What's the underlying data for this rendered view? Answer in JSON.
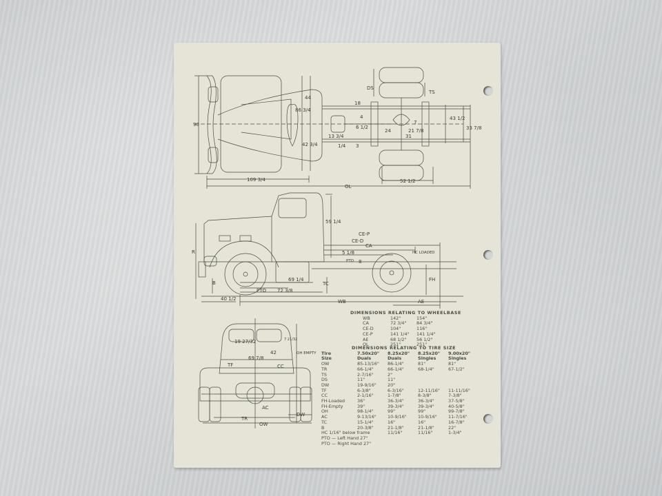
{
  "document": {
    "type": "truck chassis dimension sheet",
    "background": "#cfd2d3",
    "paper_color": "#e6e4d6",
    "ink_color": "#3a3a38"
  },
  "top_view": {
    "labels": {
      "overall_width": "90",
      "cab_to_axle_center": "44",
      "dim_86": "86 3/4",
      "dim_42": "42 3/4",
      "front_overhang": "109 3/4",
      "overall_length": "OL",
      "frame_18": "18",
      "dim_4": "4",
      "dim_6": "6 1/2",
      "dim_24": "24",
      "dim_21": "21 7/8",
      "dim_31": "31",
      "dim_7": "7",
      "dim_3": "3",
      "dim_13": "13 3/4",
      "dim_quarter": "1/4",
      "frame_width": "43 1/2",
      "outer_frame": "33 7/8",
      "dual_spacing": "DS",
      "tire_section": "TS",
      "rear_track": "52 1/2"
    }
  },
  "side_view": {
    "labels": {
      "height_r": "R",
      "cab_height": "59 1/4",
      "ce_p": "CE-P",
      "ce_d": "CE-D",
      "ca": "CA",
      "hc_loaded": "HC LOADED",
      "dim_5": "5 1/8",
      "pto_small": "PTO",
      "dim_8": "8",
      "ground_b": "B",
      "dim_69": "69 1/4",
      "pto": "PTO",
      "dim_72": "72 3/8",
      "front_bumper": "40 1/2",
      "wheelbase": "WB",
      "tc": "TC",
      "fh": "FH",
      "axle_end": "AE"
    }
  },
  "rear_view": {
    "labels": {
      "window_width": "19 27/32",
      "window_height": "7 21/32",
      "dim_42": "42",
      "dim_69": "69 7/8",
      "tf": "TF",
      "cc": "CC",
      "oh_empty": "OH EMPTY",
      "ac": "AC",
      "tr": "TR",
      "dw": "DW",
      "ow": "OW"
    }
  },
  "wheelbase_table": {
    "title": "DIMENSIONS RELATING TO WHEELBASE",
    "rows": [
      {
        "label": "WB",
        "v1": "142\"",
        "v2": "154\""
      },
      {
        "label": "CA",
        "v1": "72 3/4\"",
        "v2": "84 3/4\""
      },
      {
        "label": "CE-D",
        "v1": "104\"",
        "v2": "116\""
      },
      {
        "label": "CE-P",
        "v1": "141 1/4\"",
        "v2": "141 1/4\""
      },
      {
        "label": "AE",
        "v1": "68 1/2\"",
        "v2": "56 1/2\""
      },
      {
        "label": "OL",
        "v1": "251\"",
        "v2": "251\""
      }
    ]
  },
  "tire_table": {
    "title": "DIMENSIONS RELATING TO TIRE SIZE",
    "header_line1": [
      "Tire",
      "7.50x20\"",
      "8.25x20\"",
      "8.25x20\"",
      "9.00x20\""
    ],
    "header_line2": [
      "Size",
      "Duals",
      "Duals",
      "Singles",
      "Singles"
    ],
    "rows": [
      [
        "OW",
        "85-13/16\"",
        "86-1/4\"",
        "81\"",
        "81\""
      ],
      [
        "TR",
        "66-1/4\"",
        "66-1/4\"",
        "68-1/4\"",
        "67-1/2\""
      ],
      [
        "TS",
        "2-7/16\"",
        "2\"",
        "",
        ""
      ],
      [
        "DS",
        "11\"",
        "11\"",
        "",
        ""
      ],
      [
        "DW",
        "19-9/16\"",
        "20\"",
        "",
        ""
      ],
      [
        "TF",
        "6-3/8\"",
        "6-3/16\"",
        "12-11/16\"",
        "11-11/16\""
      ],
      [
        "CC",
        "2-1/16\"",
        "1-7/8\"",
        "8-3/8\"",
        "7-3/8\""
      ],
      [
        "FH-Loaded",
        "36\"",
        "36-3/4\"",
        "36-3/4\"",
        "37-5/8\""
      ],
      [
        "FH-Empty",
        "39\"",
        "39-3/4\"",
        "39-3/4\"",
        "40-5/8\""
      ],
      [
        "OH",
        "98-1/4\"",
        "99\"",
        "99\"",
        "99-7/8\""
      ],
      [
        "AC",
        "9-13/16\"",
        "10-9/16\"",
        "10-9/16\"",
        "11-7/16\""
      ],
      [
        "TC",
        "15-1/4\"",
        "16\"",
        "16\"",
        "16-7/8\""
      ],
      [
        "B",
        "20-3/8\"",
        "21-1/8\"",
        "21-1/8\"",
        "22\""
      ],
      [
        "HC  1/16\" below frame",
        "",
        "11/16\"",
        "11/16\"",
        "1-3/4\""
      ]
    ],
    "notes": [
      "PTO — Left Hand 27\"",
      "PTO — Right Hand 27\""
    ]
  }
}
